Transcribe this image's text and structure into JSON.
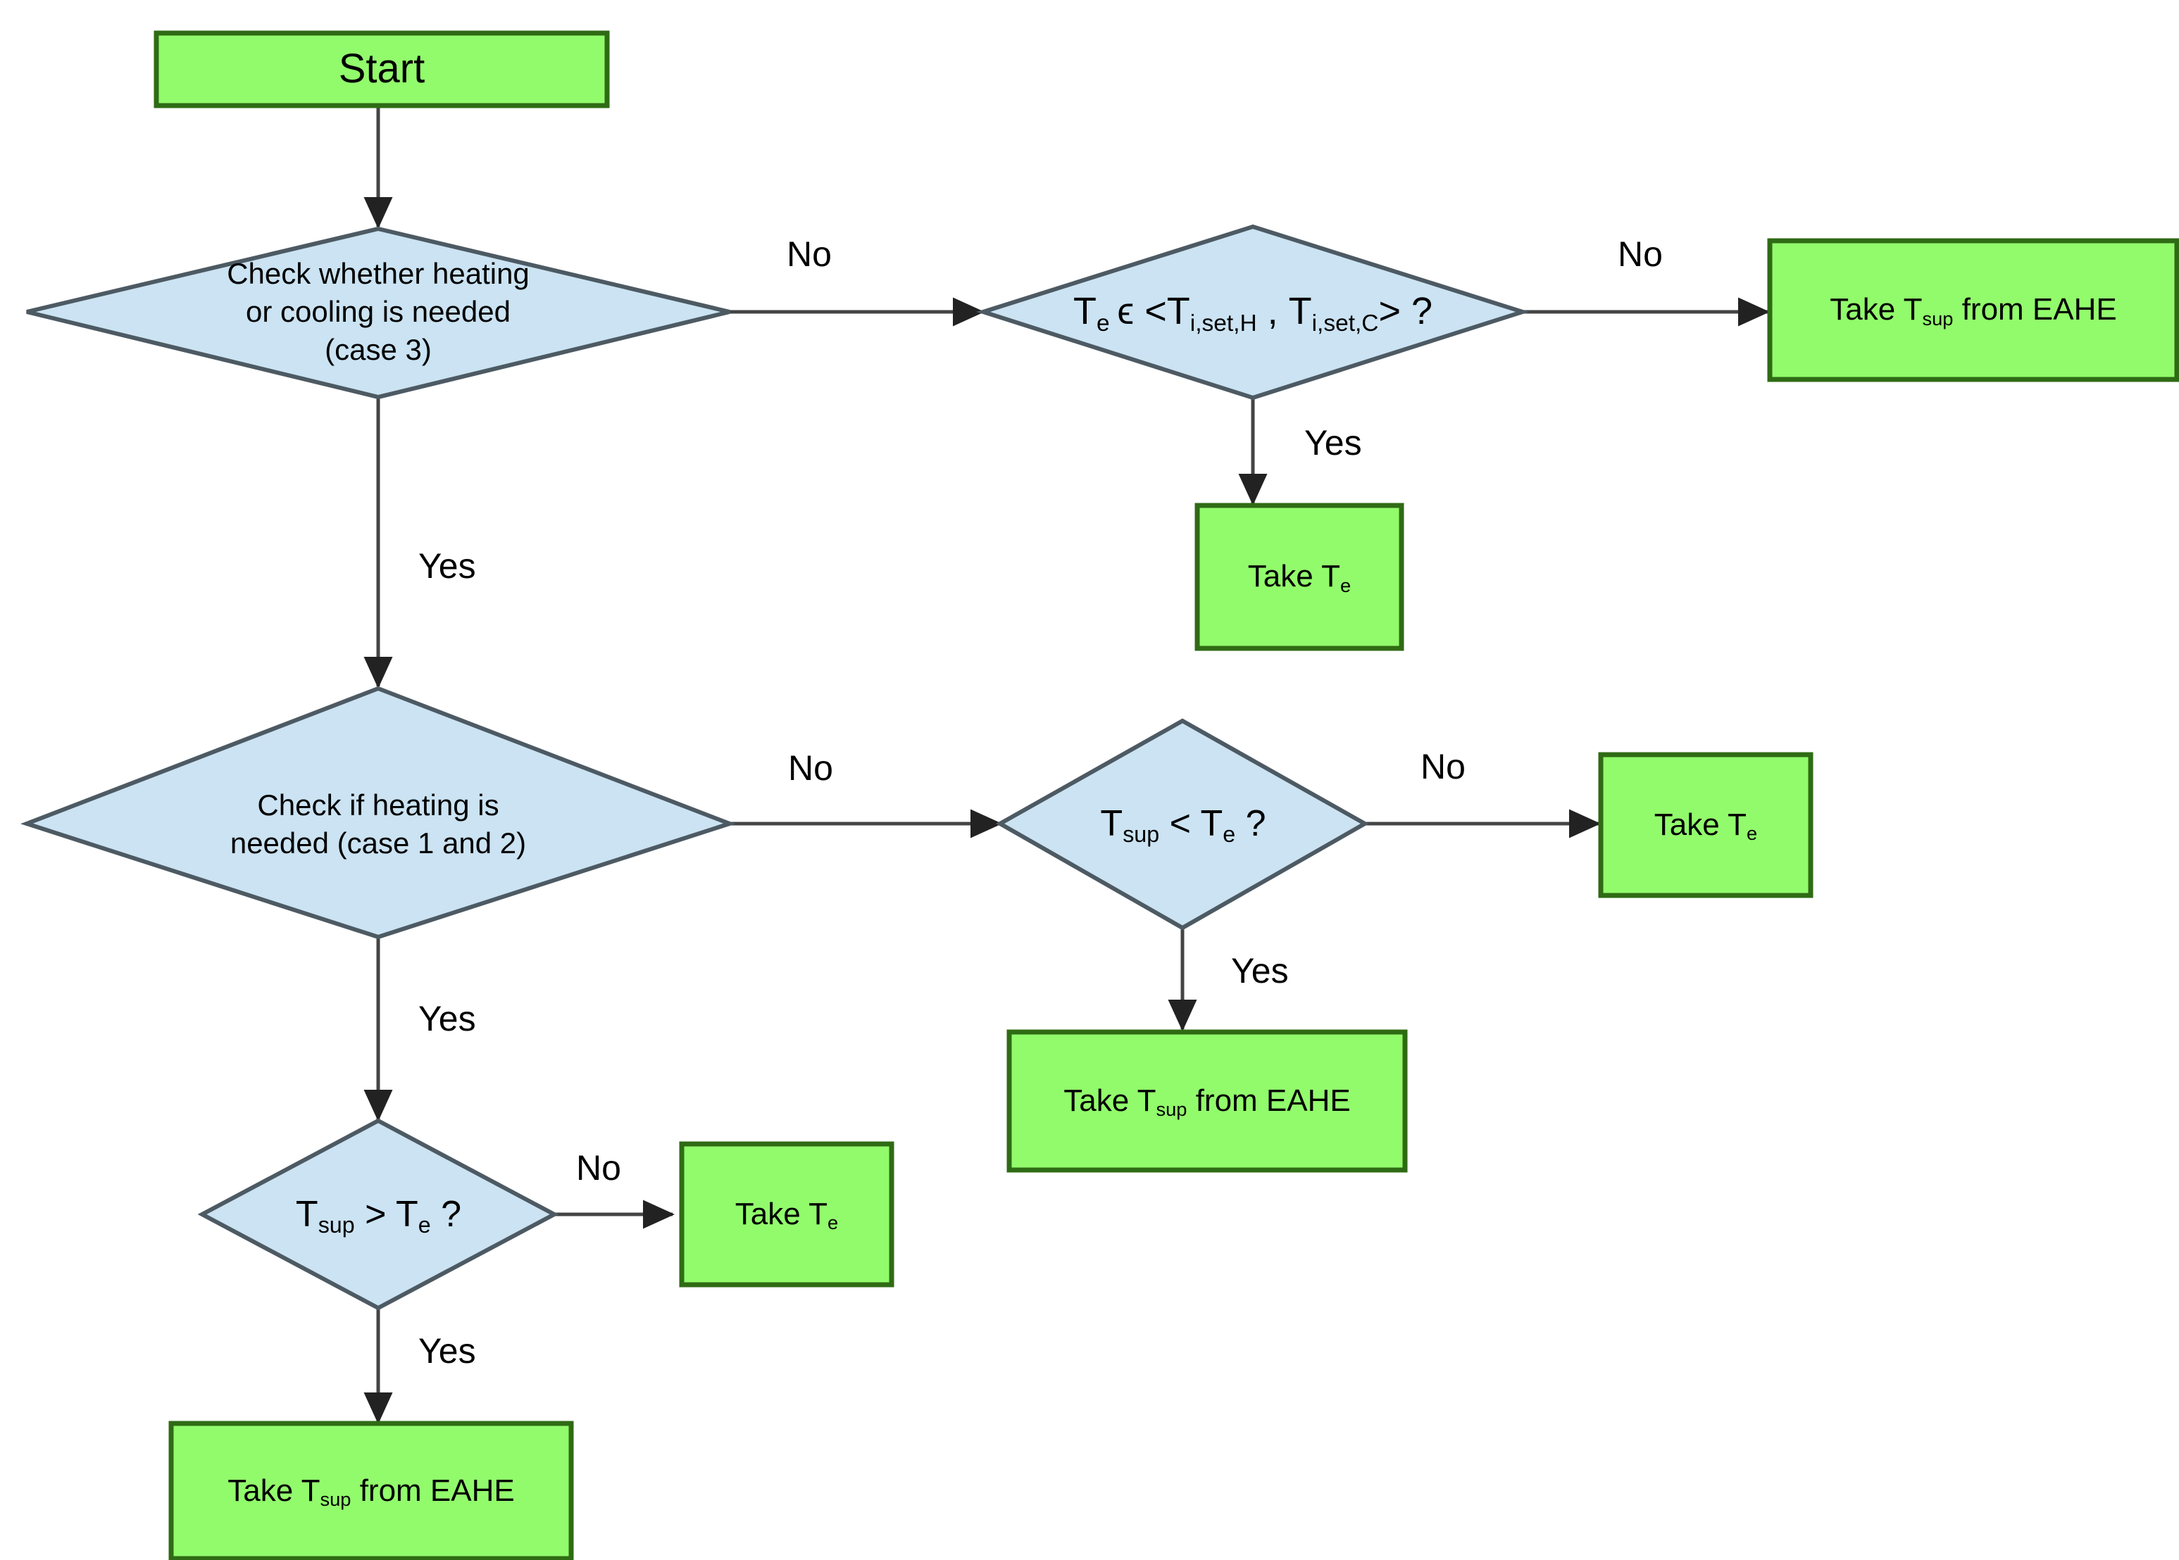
{
  "diagram": {
    "type": "flowchart",
    "colors": {
      "process_fill": "#92FB6C",
      "process_stroke": "#2F6B14",
      "decision_fill": "#CBE3F2",
      "decision_stroke": "#4D5A63",
      "edge_stroke": "#444444",
      "text": "#000000",
      "background": "#FFFFFF"
    },
    "nodes": [
      {
        "id": "start",
        "shape": "process",
        "label": "Start"
      },
      {
        "id": "check-case3",
        "shape": "decision",
        "label": "Check whether heating\nor cooling is needed\n(case 3)"
      },
      {
        "id": "te-in-range",
        "shape": "decision",
        "label_parts": [
          "T",
          "e",
          " ϵ <T",
          "i,set,H",
          " ,  T",
          "i,set,C",
          "> ?"
        ],
        "label_plain": "Te ϵ <Ti,set,H , Ti,set,C> ?"
      },
      {
        "id": "take-tsup-eahe-top",
        "shape": "process",
        "label_parts": [
          "Take T",
          "sup",
          " from EAHE"
        ],
        "label_plain": "Take Tsup from EAHE"
      },
      {
        "id": "take-te-top",
        "shape": "process",
        "label_parts": [
          "Take T",
          "e",
          ""
        ],
        "label_plain": "Take Te"
      },
      {
        "id": "check-case12",
        "shape": "decision",
        "label": "Check if heating is\nneeded (case 1 and 2)"
      },
      {
        "id": "tsup-lt-te",
        "shape": "decision",
        "label_parts": [
          "T",
          "sup",
          " < T",
          "e",
          " ?"
        ],
        "label_plain": "Tsup < Te ?"
      },
      {
        "id": "take-te-mid",
        "shape": "process",
        "label_parts": [
          "Take T",
          "e",
          ""
        ],
        "label_plain": "Take Te"
      },
      {
        "id": "take-tsup-eahe-mid",
        "shape": "process",
        "label_parts": [
          "Take T",
          "sup",
          " from EAHE"
        ],
        "label_plain": "Take Tsup from EAHE"
      },
      {
        "id": "tsup-gt-te",
        "shape": "decision",
        "label_parts": [
          "T",
          "sup",
          " > T",
          "e",
          " ?"
        ],
        "label_plain": "Tsup > Te ?"
      },
      {
        "id": "take-te-bottom",
        "shape": "process",
        "label_parts": [
          "Take T",
          "e",
          ""
        ],
        "label_plain": "Take Te"
      },
      {
        "id": "take-tsup-eahe-bottom",
        "shape": "process",
        "label_parts": [
          "Take T",
          "sup",
          " from EAHE"
        ],
        "label_plain": "Take Tsup from EAHE"
      }
    ],
    "edges": [
      {
        "id": "e1",
        "from": "start",
        "to": "check-case3",
        "label": ""
      },
      {
        "id": "e2",
        "from": "check-case3",
        "to": "te-in-range",
        "label": "No"
      },
      {
        "id": "e3",
        "from": "check-case3",
        "to": "check-case12",
        "label": "Yes"
      },
      {
        "id": "e4",
        "from": "te-in-range",
        "to": "take-tsup-eahe-top",
        "label": "No"
      },
      {
        "id": "e5",
        "from": "te-in-range",
        "to": "take-te-top",
        "label": "Yes"
      },
      {
        "id": "e6",
        "from": "check-case12",
        "to": "tsup-lt-te",
        "label": "No"
      },
      {
        "id": "e7",
        "from": "check-case12",
        "to": "tsup-gt-te",
        "label": "Yes"
      },
      {
        "id": "e8",
        "from": "tsup-lt-te",
        "to": "take-te-mid",
        "label": "No"
      },
      {
        "id": "e9",
        "from": "tsup-lt-te",
        "to": "take-tsup-eahe-mid",
        "label": "Yes"
      },
      {
        "id": "e10",
        "from": "tsup-gt-te",
        "to": "take-te-bottom",
        "label": "No"
      },
      {
        "id": "e11",
        "from": "tsup-gt-te",
        "to": "take-tsup-eahe-bottom",
        "label": "Yes"
      }
    ]
  },
  "labels": {
    "start": "Start",
    "check_case3": "Check whether heating\nor cooling is needed\n(case 3)",
    "check_case12": "Check if heating is\nneeded (case 1 and 2)",
    "no": "No",
    "yes": "Yes",
    "epsilon": "ϵ",
    "take": "Take ",
    "from_eahe": " from EAHE",
    "t": "T",
    "sub_e": "e",
    "sub_sup": "sup",
    "sub_iseth": "i,set,H",
    "sub_isetc": "i,set,C",
    "lt_space": " < ",
    "gt_space": " > ",
    "question": " ?",
    "angle_open": " <",
    "angle_close": "> ?",
    "comma_space": " ,  "
  },
  "edge_labels": {
    "case3_no": "No",
    "case3_yes": "Yes",
    "range_no": "No",
    "range_yes": "Yes",
    "case12_no": "No",
    "case12_yes": "Yes",
    "lt_no": "No",
    "lt_yes": "Yes",
    "gt_no": "No",
    "gt_yes": "Yes"
  }
}
